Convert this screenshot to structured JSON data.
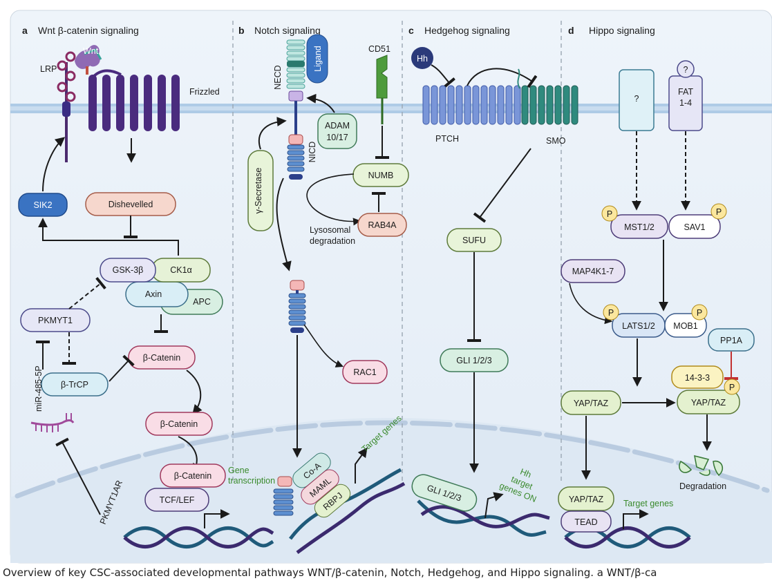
{
  "panels": {
    "a": {
      "letter": "a",
      "title": "Wnt β-catenin signaling"
    },
    "b": {
      "letter": "b",
      "title": "Notch signaling"
    },
    "c": {
      "letter": "c",
      "title": "Hedgehog signaling"
    },
    "d": {
      "letter": "d",
      "title": "Hippo signaling"
    }
  },
  "wnt": {
    "wnt": "Wnt",
    "lrp": "LRP",
    "frizzled": "Frizzled",
    "dishevelled": "Dishevelled",
    "sik2": "SIK2",
    "gsk3b": "GSK-3β",
    "ck1a": "CK1α",
    "axin": "Axin",
    "apc": "APC",
    "pkmyt1": "PKMYT1",
    "btrcp": "β-TrCP",
    "bcatenin": "β-Catenin",
    "mir": "miR-485-5P",
    "pkmyt1ar": "PKMYT1AR",
    "tcflef": "TCF/LEF",
    "gene_transcription_1": "Gene",
    "gene_transcription_2": "transcription"
  },
  "notch": {
    "ligand": "Ligand",
    "necd": "NECD",
    "nicd": "NICD",
    "cd51": "CD51",
    "adam_1": "ADAM",
    "adam_2": "10/17",
    "gamma": "γ-Secretase",
    "numb": "NUMB",
    "rab4a": "RAB4A",
    "lyso_1": "Lysosomal",
    "lyso_2": "degradation",
    "rac1": "RAC1",
    "coa": "Co-A",
    "maml": "MAML",
    "rbpj": "RBPJ",
    "target": "Target genes"
  },
  "hh": {
    "hh": "Hh",
    "ptch": "PTCH",
    "smo": "SMO",
    "sufu": "SUFU",
    "gli": "GLI 1/2/3",
    "gli_nuc": "GLI 1/2/3",
    "target_1": "Hh",
    "target_2": "target",
    "target_3": "genes ON"
  },
  "hippo": {
    "q1": "?",
    "q2": "?",
    "fat_1": "FAT",
    "fat_2": "1-4",
    "p": "P",
    "mst": "MST1/2",
    "sav1": "SAV1",
    "map4k": "MAP4K1-7",
    "lats": "LATS1/2",
    "mob1": "MOB1",
    "pp1a": "PP1A",
    "p1433": "14-3-3",
    "yaptaz": "YAP/TAZ",
    "degradation": "Degradation",
    "tead": "TEAD",
    "target": "Target genes"
  },
  "caption": "Overview of key CSC-associated developmental pathways WNT/β-catenin, Notch, Hedgehog, and Hippo signaling. a WNT/β-ca"
}
